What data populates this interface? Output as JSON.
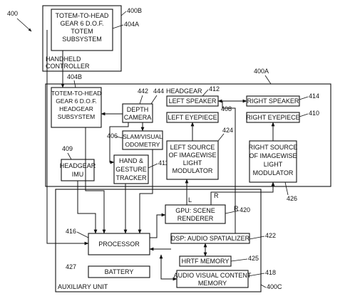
{
  "figure_ref": "400",
  "handheld_controller": {
    "label_line1": "HANDHELD",
    "label_line2": "CONTROLLER",
    "totem_subsystem": {
      "lines": [
        "TOTEM-TO-HEAD",
        "GEAR 6 D.O.F.",
        "TOTEM",
        "SUBSYSTEM"
      ],
      "ref_outer": "400B",
      "ref_box": "404A"
    }
  },
  "headgear": {
    "label": "HEADGEAR",
    "ref": "400A",
    "headgear_subsystem": {
      "lines": [
        "TOTEM-TO-HEAD",
        "GEAR 6 D.O.F.",
        "HEADGEAR",
        "SUBSYSTEM"
      ],
      "ref": "404B"
    },
    "depth_camera": {
      "lines": [
        "DEPTH",
        "CAMERA"
      ],
      "ref_a": "442",
      "ref_b": "444"
    },
    "slam": {
      "lines": [
        "SLAM/VISUAL",
        "ODOMETRY"
      ],
      "ref": "406"
    },
    "imu": {
      "lines": [
        "HEADGEAR",
        "IMU"
      ],
      "ref": "409"
    },
    "hand_gesture": {
      "lines": [
        "HAND &",
        "GESTURE",
        "TRACKER"
      ],
      "ref": "411"
    },
    "left_speaker": {
      "label": "LEFT SPEAKER",
      "ref": "412"
    },
    "left_eyepiece": {
      "label": "LEFT EYEPIECE",
      "ref": "408"
    },
    "left_source": {
      "lines": [
        "LEFT SOURCE",
        "OF IMAGEWISE",
        "LIGHT",
        "MODULATOR"
      ],
      "ref": "424"
    },
    "right_speaker": {
      "label": "RIGHT SPEAKER",
      "ref": "414"
    },
    "right_eyepiece": {
      "label": "RIGHT EYEPIECE",
      "ref": "410"
    },
    "right_source": {
      "lines": [
        "RIGHT SOURCE",
        "OF IMAGEWISE",
        "LIGHT",
        "MODULATOR"
      ],
      "ref": "426"
    }
  },
  "auxiliary": {
    "label": "AUXILIARY UNIT",
    "ref": "400C",
    "processor": {
      "label": "PROCESSOR",
      "ref": "416"
    },
    "battery": {
      "label": "BATTERY",
      "ref": "427"
    },
    "gpu": {
      "lines": [
        "GPU: SCENE",
        "RENDERER"
      ],
      "ref": "420"
    },
    "dsp": {
      "label": "DSP: AUDIO SPATIALIZER",
      "ref": "422"
    },
    "hrtf": {
      "label": "HRTF MEMORY",
      "ref": "425"
    },
    "av_memory": {
      "lines": [
        "AUDIO VISUAL CONTENT",
        "MEMORY"
      ],
      "ref": "418"
    },
    "channel_left": "L",
    "channel_right": "R"
  }
}
